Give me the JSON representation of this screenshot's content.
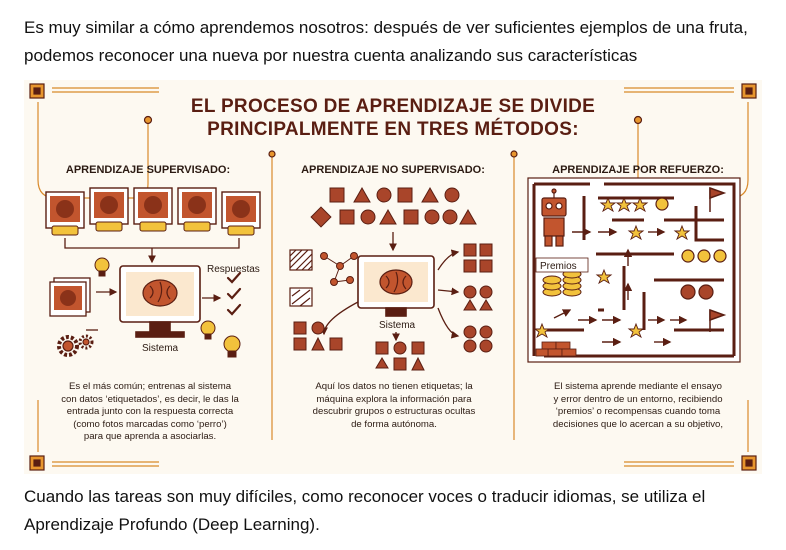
{
  "paragraphs": {
    "top": "Es muy similar a cómo aprendemos nosotros: después de ver suficientes ejemplos de una fruta, podemos reconocer una nueva por nuestra cuenta analizando sus características",
    "bottom": "Cuando las tareas son muy difíciles, como reconocer voces o traducir idiomas, se utiliza el Aprendizaje Profundo (Deep Learning)."
  },
  "infographic": {
    "title_line1": "EL PROCESO DE APRENDIZAJE SE DIVIDE",
    "title_line2": "PRINCIPALMENTE EN TRES MÉTODOS:",
    "columns": [
      {
        "title": "APRENDIZAJE SUPERVISADO:",
        "labels": [
          "Respuestas",
          "Sistema"
        ],
        "desc": [
          "Es el más común; entrenas al sistema",
          "con datos ‘etiquetados’, es decir, le das la",
          "entrada  junto con la respuesta correcta",
          "(como fotos marcadas como ‘perro’)",
          "para que aprenda a asociarlas."
        ]
      },
      {
        "title": "APRENDIZAJE NO SUPERVISADO:",
        "labels": [
          "Sistema"
        ],
        "desc": [
          "Aquí los datos no tienen etiquetas; la",
          "máquina explora la información para",
          "descubrir grupos o estructuras ocultas",
          "de forma autónoma."
        ]
      },
      {
        "title": "APRENDIZAJE POR REFUERZO:",
        "labels": [
          "Premios"
        ],
        "desc": [
          "El sistema aprende mediante el ensayo",
          "y error dentro de un entorno, recibiendo",
          "‘premios’ o recompensas cuando toma",
          "decisiones que lo acercan a su objetivo,"
        ]
      }
    ]
  },
  "colors": {
    "brown": "#5a1e12",
    "rust": "#a9452a",
    "orange": "#e8962e",
    "yellow": "#f2c23c",
    "paper": "#fdf9f1"
  }
}
